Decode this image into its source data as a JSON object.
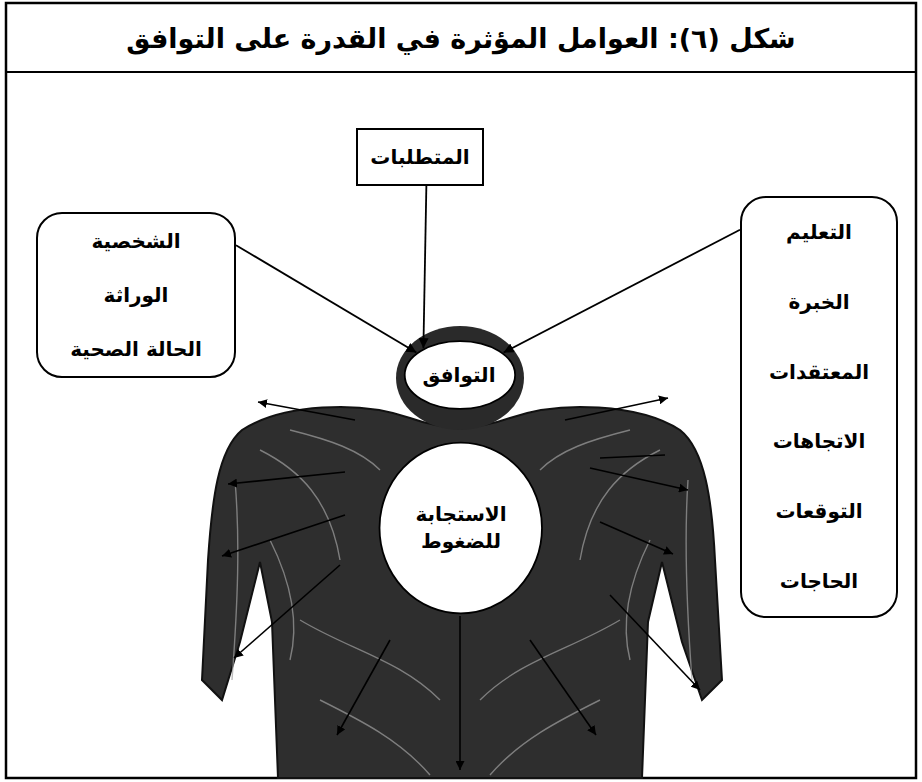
{
  "diagram": {
    "title": "شكل (٦): العوامل المؤثرة في القدرة على التوافق",
    "nodes": [
      {
        "text": [
          "المتطلبات"
        ]
      },
      {
        "text": [
          "التعليم",
          "الخبرة",
          "المعتقدات",
          "الاتجاهات",
          "التوقعات",
          "الحاجات"
        ]
      },
      {
        "text": [
          "الشخصية",
          "الوراثة",
          "الحالة الصحية"
        ]
      },
      {
        "text": [
          "التوافق"
        ]
      },
      {
        "text": [
          "الاستجابة للضغوط"
        ]
      }
    ],
    "edges": [
      {
        "from": 0,
        "to": 3,
        "arrow": "to"
      },
      {
        "from": 1,
        "to": 3,
        "arrow": "to"
      },
      {
        "from": 2,
        "to": 3,
        "arrow": "to"
      }
    ]
  }
}
